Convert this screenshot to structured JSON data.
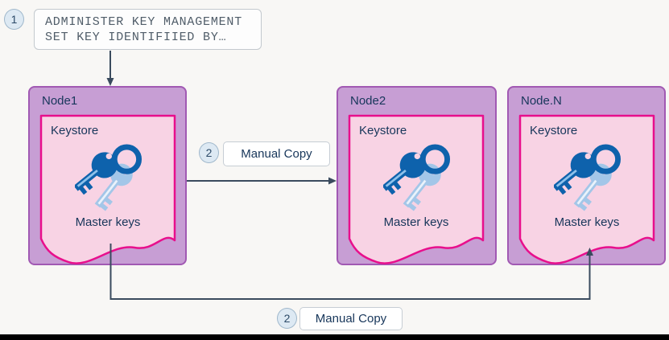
{
  "title": "Master key manual copy between nodes diagram",
  "colors": {
    "bg": "#f8f7f5",
    "node_fill": "#c79ed4",
    "node_border": "#a159b3",
    "keystore_fill": "#f8d3e4",
    "keystore_border": "#e80f8c",
    "arrow": "#3a4b5e",
    "navy": "#17365a",
    "key_dark": "#0e62ac",
    "key_light": "#a3c6e8"
  },
  "step1": {
    "badge": "1"
  },
  "command": {
    "line1": "ADMINISTER KEY MANAGEMENT",
    "line2": "SET KEY IDENTIFIIED BY…"
  },
  "nodes": [
    {
      "label": "Node1",
      "keystore_label": "Keystore",
      "keys_label": "Master keys"
    },
    {
      "label": "Node2",
      "keystore_label": "Keystore",
      "keys_label": "Master keys"
    },
    {
      "label": "Node.N",
      "keystore_label": "Keystore",
      "keys_label": "Master keys"
    }
  ],
  "copy_steps": [
    {
      "badge": "2",
      "label": "Manual Copy"
    },
    {
      "badge": "2",
      "label": "Manual Copy"
    }
  ],
  "icons": {
    "keys": "keys-icon"
  }
}
